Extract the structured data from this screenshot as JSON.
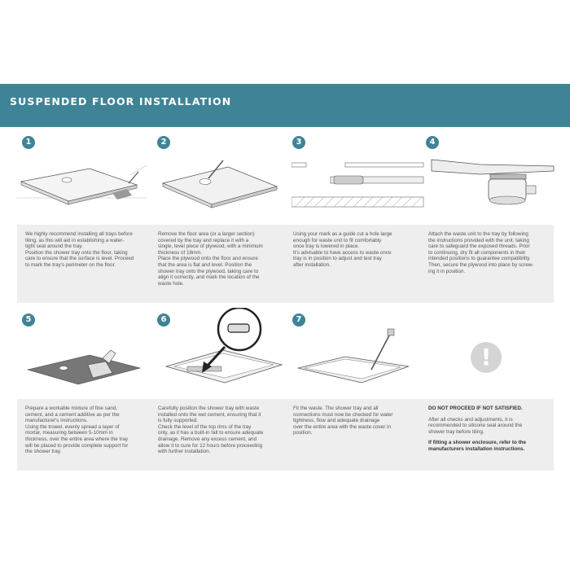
{
  "header": {
    "title": "SUSPENDED FLOOR INSTALLATION"
  },
  "steps": [
    {
      "num": "1",
      "lines": [
        "We highly recommend installing all trays before",
        "tiling, as this will aid in establishing a water-",
        "tight seal around the tray.",
        "Position the shower tray onto the floor, taking",
        "care to ensure that the surface is level. Proceed",
        "to mark the tray's perimeter on the floor."
      ]
    },
    {
      "num": "2",
      "lines": [
        "Remove the floor area (or a larger section)",
        "covered by the tray and replace it with a",
        "single, level piece of plywood, with a minimum",
        "thickness of 18mm.",
        "Place the plywood onto the floor and ensure",
        "that the area is flat and level. Position the",
        "shower tray onto the plywood, taking care to",
        "align it correctly, and mark the location of the",
        "waste hole."
      ]
    },
    {
      "num": "3",
      "lines": [
        "Using your mark as a guide cut a hole large",
        "enough for waste unit to fit comfortably",
        "once tray is lowered in place.",
        "It's advisable to have access to waste once",
        "tray is in position to adjust and test tray",
        "after installation."
      ]
    },
    {
      "num": "4",
      "lines": [
        "Attach the waste unit to the tray by following",
        "the instructions provided with the unit, taking",
        "care to safeguard the exposed threads. Prior",
        "to continuing,  dry fit all components in their",
        "intended positions to guarantee compatibility.",
        "Then, secure the plywood into place by screw-",
        "ing it in position."
      ]
    },
    {
      "num": "5",
      "lines": [
        "Prepare a workable mixture of fine sand,",
        "cement, and a cement additive as per the",
        "manufacturer's instructions.",
        "Using the trowel, evenly spread a layer of",
        "mortar, measuring between 5-10mm in",
        "thickness, over the entire area where the tray",
        "will be placed to provide complete support for",
        "the shower tray."
      ]
    },
    {
      "num": "6",
      "lines": [
        "Carefully position the shower tray with waste",
        "installed onto the wet cement, ensuring that it",
        "is fully supported.",
        "Check the level of the top rims of the tray",
        "only, as it has a built-in fall to ensure adequate",
        "drainage. Remove any excess cement, and",
        "allow it to cure for 12 hours before proceeding",
        "with further installation."
      ]
    },
    {
      "num": "7",
      "lines": [
        "Fit the waste. The shower tray and all",
        "connections must now be checked for water",
        "tightness, flow and adequate drainage",
        "over the entire area with the waste cover in",
        "position."
      ]
    }
  ],
  "warning": {
    "icon_glyph": "!",
    "heading": "DO NOT PROCEED IF NOT SATISFIED.",
    "lines": [
      "After all checks and adjustments, it is",
      "recommended to silicone seal around the",
      "shower tray before tiling."
    ],
    "footer_lines": [
      "If fitting a shower enclosure, refer to the",
      "manufacturers installation instructions."
    ]
  },
  "colors": {
    "header_bg": "#3f8396",
    "text_box_bg": "#eeeeee"
  }
}
